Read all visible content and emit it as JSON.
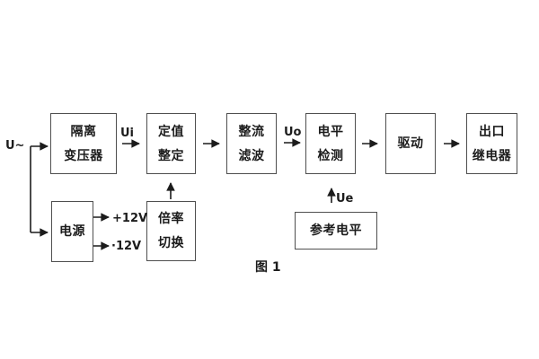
{
  "figure": {
    "caption": "图 1",
    "background_color": "#ffffff",
    "line_color": "#1c1c1c",
    "box_border_color": "#4f4f4f"
  },
  "labels": {
    "source_voltage": "U~",
    "ui": "Ui",
    "uo": "Uo",
    "ue": "Ue",
    "plus_12v": "+12V",
    "minus_12v": "·12V"
  },
  "blocks": [
    {
      "name": "isolation-transformer",
      "lines": [
        "隔离",
        "变压器"
      ]
    },
    {
      "name": "value-setting",
      "lines": [
        "定值",
        "整定"
      ]
    },
    {
      "name": "rectifier-filter",
      "lines": [
        "整流",
        "滤波"
      ]
    },
    {
      "name": "level-detection",
      "lines": [
        "电平",
        "检测"
      ]
    },
    {
      "name": "driver",
      "lines": [
        "驱动"
      ]
    },
    {
      "name": "output-relay",
      "lines": [
        "出口",
        "继电器"
      ]
    },
    {
      "name": "power-supply",
      "lines": [
        "电源"
      ]
    },
    {
      "name": "ratio-switch",
      "lines": [
        "倍率",
        "切换"
      ]
    },
    {
      "name": "reference-level",
      "lines": [
        "参考电平"
      ]
    }
  ]
}
